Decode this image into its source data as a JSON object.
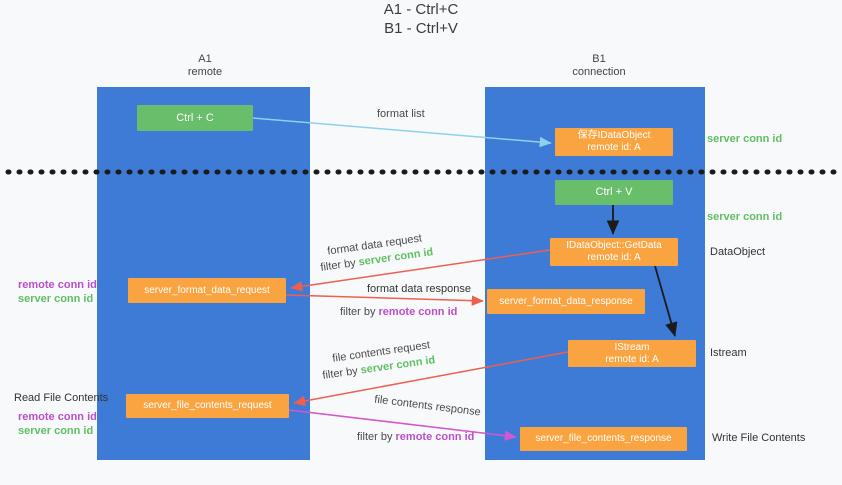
{
  "title": {
    "line1": "A1 - Ctrl+C",
    "line2": "B1 - Ctrl+V"
  },
  "lanes": {
    "left": {
      "id": "A1",
      "subtitle": "remote"
    },
    "right": {
      "id": "B1",
      "subtitle": "connection"
    }
  },
  "nodes": {
    "ctrl_c": "Ctrl + C",
    "save_dataobject": {
      "line1": "保存IDataObject",
      "line2": "remote id: A"
    },
    "ctrl_v": "Ctrl + V",
    "getdata": {
      "line1": "IDataObject::GetData",
      "line2": "remote id: A"
    },
    "format_request": "server_format_data_request",
    "format_response": "server_format_data_response",
    "istream": {
      "line1": "IStream",
      "line2": "remote id: A"
    },
    "file_request": "server_file_contents_request",
    "file_response": "server_file_contents_response"
  },
  "labels": {
    "format_list": "format list",
    "format_data_request": "format data request",
    "format_data_response": "format data response",
    "file_contents_request": "file contents request",
    "file_contents_response": "file contents response",
    "filter_by": "filter by ",
    "server_conn_id": "server conn id",
    "remote_conn_id": "remote conn id",
    "dataobject": "DataObject",
    "istream": "Istream",
    "read_file_contents": "Read File Contents",
    "write_file_contents": "Write File Contents"
  },
  "colors": {
    "lane_blue": "#3d7bd7",
    "box_green": "#68be6b",
    "box_orange": "#f9a440",
    "arrow_blue": "#8fd0ee",
    "arrow_black": "#1b1b1b",
    "arrow_red": "#ee5f4e",
    "arrow_magenta": "#d158cf",
    "text_green": "#5fbf63",
    "text_purple": "#bb4ecb",
    "divider_black": "#1b1b1b"
  }
}
